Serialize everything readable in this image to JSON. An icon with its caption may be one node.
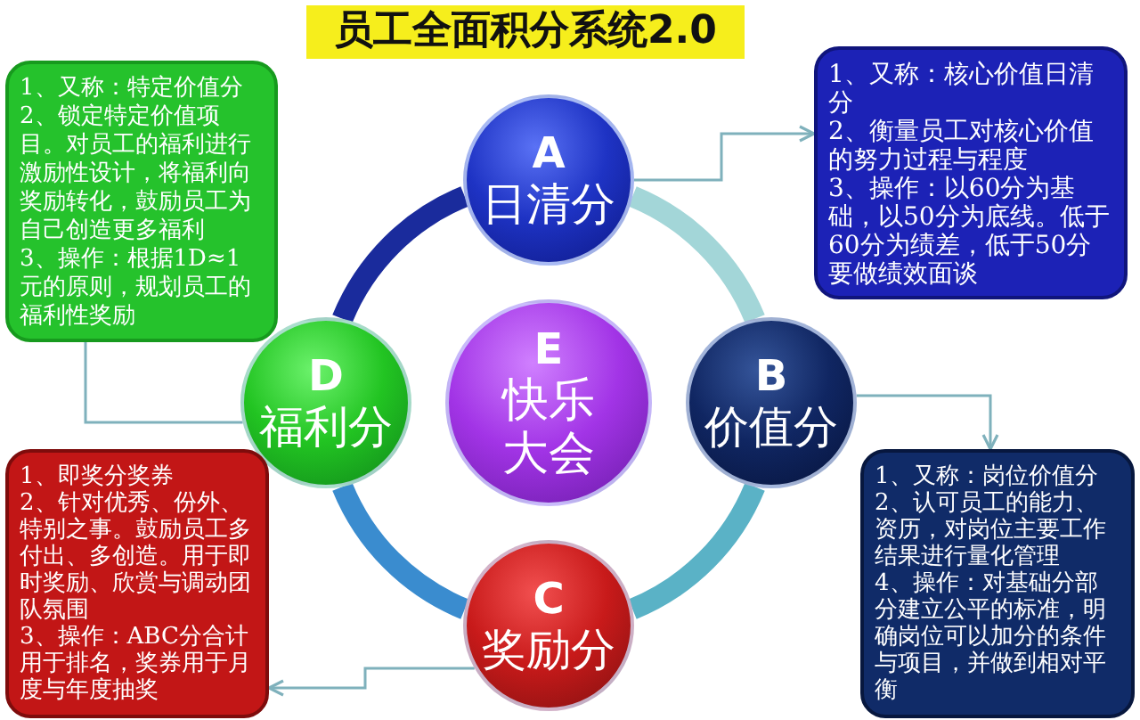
{
  "diagram": {
    "title": "员工全面积分系统2.0",
    "nodes": [
      {
        "text": [
          "1、又称：特定价值分",
          "2、锁定特定价值项目。对员工的福利进行激励性设计，将福利向奖励转化，鼓励员工为自己创造更多福利",
          "3、操作：根据1D≈1元的原则，规划员工的福利性奖励"
        ]
      },
      {
        "text": [
          "A",
          "日清分"
        ]
      },
      {
        "text": [
          "1、又称：核心价值日清分",
          "2、衡量员工对核心价值的努力过程与程度",
          "3、操作：以60分为基础，以50分为底线。低于60分为绩差，低于50分要做绩效面谈"
        ]
      },
      {
        "text": [
          "D",
          "福利分"
        ]
      },
      {
        "text": [
          "E",
          "快乐大会"
        ]
      },
      {
        "text": [
          "B",
          "价值分"
        ]
      },
      {
        "text": [
          "1、即奖分奖券",
          "2、针对优秀、份外、特别之事。鼓励员工多付出、多创造。用于即时奖励、欣赏与调动团队氛围",
          "3、操作：ABC分合计用于排名，奖券用于月度与年度抽奖"
        ]
      },
      {
        "text": [
          "1、又称：岗位价值分",
          "2、认可员工的能力、资历，对岗位主要工作结果进行量化管理",
          "4、操作：对基础分部分建立公平的标准，明确岗位可以加分的条件与项目，并做到相对平衡"
        ]
      },
      {
        "text": [
          "C",
          "奖励分"
        ]
      }
    ],
    "edges": [
      {
        "from": 1,
        "to": 2,
        "arrow": "to"
      },
      {
        "from": 5,
        "to": 7,
        "arrow": "to"
      },
      {
        "from": 8,
        "to": 6,
        "arrow": "to"
      },
      {
        "from": 0,
        "to": 3,
        "arrow": "none"
      },
      {
        "from": 1,
        "to": 5,
        "arrow": "none",
        "style": "thick",
        "color": "#a3d6d8"
      },
      {
        "from": 5,
        "to": 8,
        "arrow": "none",
        "style": "thick",
        "color": "#5ab2c6"
      },
      {
        "from": 8,
        "to": 3,
        "arrow": "none",
        "style": "thick",
        "color": "#3a8ccf"
      },
      {
        "from": 3,
        "to": 1,
        "arrow": "none",
        "style": "thick",
        "color": "#1a2b9c"
      }
    ]
  }
}
